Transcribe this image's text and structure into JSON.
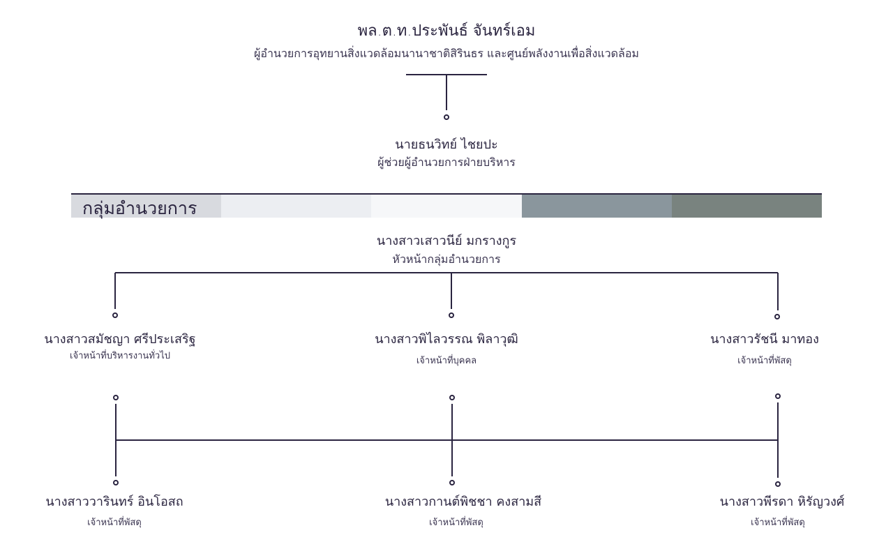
{
  "director": {
    "name": "พล.ต.ท.ประพันธ์ จันทร์เอม",
    "title": "ผู้อำนวยการอุทยานสิ่งแวดล้อมนานาชาติสิรินธร และศูนย์พลังงานเพื่อสิ่งแวดล้อม"
  },
  "assistant": {
    "name": "นายธนวิทย์ ไชยปะ",
    "title": "ผู้ช่วยผู้อำนวยการฝ่ายบริหาร"
  },
  "group": {
    "label": "กลุ่มอำนวยการ",
    "colors": [
      "#d8dadf",
      "#eceef2",
      "#f6f7f9",
      "#8a969d",
      "#79837f"
    ]
  },
  "group_head": {
    "name": "นางสาวเสาวนีย์ มกรางกูร",
    "title": "หัวหน้ากลุ่มอำนวยการ"
  },
  "staff_row1": [
    {
      "name": "นางสาวสมัชญา ศรีประเสริฐ",
      "title": "เจ้าหน้าที่บริหารงานทั่วไป"
    },
    {
      "name": "นางสาวพิไลวรรณ พิลาวุฒิ",
      "title": "เจ้าหน้าที่บุคคล"
    },
    {
      "name": "นางสาวรัชนี มาทอง",
      "title": "เจ้าหน้าที่พัสดุ"
    }
  ],
  "staff_row2": [
    {
      "name": "นางสาววารินทร์ อินโอสถ",
      "title": "เจ้าหน้าที่พัสดุ"
    },
    {
      "name": "นางสาวกานต์พิชชา คงสามสี",
      "title": "เจ้าหน้าที่พัสดุ"
    },
    {
      "name": "นางสาวพีรดา หิรัญวงศ์",
      "title": "เจ้าหน้าที่พัสดุ"
    }
  ],
  "colors": {
    "line": "#2a2440",
    "text": "#2b2540"
  }
}
